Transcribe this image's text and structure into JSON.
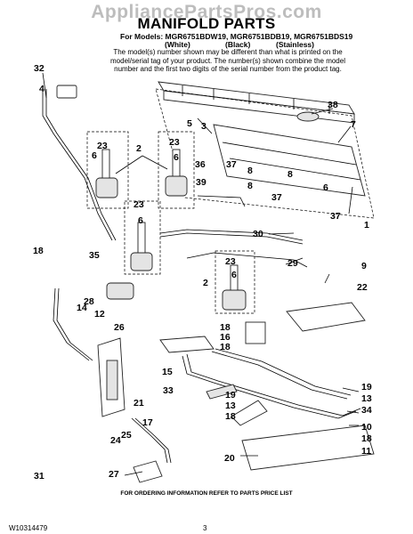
{
  "watermark": "AppliancePartsPros.com",
  "title": "MANIFOLD PARTS",
  "models_line": "For Models: MGR6751BDW19, MGR6751BDB19, MGR6751BDS19",
  "variants": [
    "(White)",
    "(Black)",
    "(Stainless)"
  ],
  "note_lines": [
    "The model(s) number shown may be different than what is printed on the",
    "model/serial tag of your product. The number(s) shown combine the model",
    "number and the first two digits of the serial number from the product tag."
  ],
  "footer": "FOR ORDERING INFORMATION REFER TO PARTS PRICE LIST",
  "part_number": "W10314479",
  "page_number": "3",
  "callouts": [
    {
      "label": "32"
    },
    {
      "label": "4"
    },
    {
      "label": "38"
    },
    {
      "label": "7"
    },
    {
      "label": "5"
    },
    {
      "label": "3"
    },
    {
      "label": "23"
    },
    {
      "label": "6"
    },
    {
      "label": "2"
    },
    {
      "label": "23"
    },
    {
      "label": "6"
    },
    {
      "label": "36"
    },
    {
      "label": "37"
    },
    {
      "label": "8"
    },
    {
      "label": "8"
    },
    {
      "label": "39"
    },
    {
      "label": "8"
    },
    {
      "label": "6"
    },
    {
      "label": "37"
    },
    {
      "label": "37"
    },
    {
      "label": "23"
    },
    {
      "label": "6"
    },
    {
      "label": "1"
    },
    {
      "label": "30"
    },
    {
      "label": "18"
    },
    {
      "label": "35"
    },
    {
      "label": "23"
    },
    {
      "label": "6"
    },
    {
      "label": "29"
    },
    {
      "label": "9"
    },
    {
      "label": "22"
    },
    {
      "label": "2"
    },
    {
      "label": "28"
    },
    {
      "label": "14"
    },
    {
      "label": "12"
    },
    {
      "label": "26"
    },
    {
      "label": "18"
    },
    {
      "label": "16"
    },
    {
      "label": "18"
    },
    {
      "label": "15"
    },
    {
      "label": "33"
    },
    {
      "label": "19"
    },
    {
      "label": "13"
    },
    {
      "label": "18"
    },
    {
      "label": "21"
    },
    {
      "label": "17"
    },
    {
      "label": "25"
    },
    {
      "label": "24"
    },
    {
      "label": "19"
    },
    {
      "label": "13"
    },
    {
      "label": "34"
    },
    {
      "label": "10"
    },
    {
      "label": "18"
    },
    {
      "label": "11"
    },
    {
      "label": "20"
    },
    {
      "label": "27"
    },
    {
      "label": "31"
    }
  ]
}
